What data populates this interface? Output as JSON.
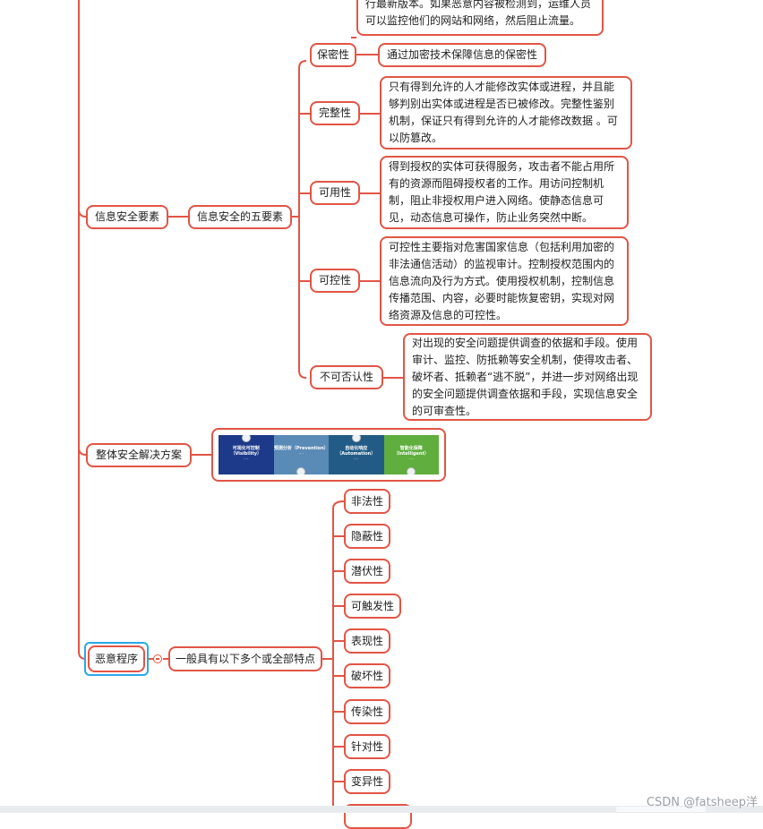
{
  "top_partial": {
    "lines": [
      "行最新版本。如果恶意内容被检测到，运维人员",
      "可以监控他们的网站和网络，然后阻止流量。"
    ]
  },
  "info_security": {
    "label": "信息安全要素",
    "five_elements": {
      "label": "信息安全的五要素",
      "items": [
        {
          "label": "保密性",
          "desc": [
            "通过加密技术保障信息的保密性"
          ]
        },
        {
          "label": "完整性",
          "desc": [
            "只有得到允许的人才能修改实体或进程，并且能",
            "够判别出实体或进程是否已被修改。完整性鉴别",
            "机制，保证只有得到允许的人才能修改数据 。可",
            "以防篡改。"
          ]
        },
        {
          "label": "可用性",
          "desc": [
            "得到授权的实体可获得服务，攻击者不能占用所",
            "有的资源而阻碍授权者的工作。用访问控制机",
            "制，阻止非授权用户进入网络。使静态信息可",
            "见，动态信息可操作，防止业务突然中断。"
          ]
        },
        {
          "label": "可控性",
          "desc": [
            "可控性主要指对危害国家信息（包括利用加密的",
            "非法通信活动）的监视审计。控制授权范围内的",
            "信息流向及行为方式。使用授权机制，控制信息",
            "传播范围、内容，必要时能恢复密钥，实现对网",
            "络资源及信息的可控性。"
          ]
        },
        {
          "label": "不可否认性",
          "desc": [
            "对出现的安全问题提供调查的依据和手段。使用",
            "审计、监控、防抵赖等安全机制，使得攻击者、",
            "破坏者、抵赖者“逃不脱”，并进一步对网络出现",
            "的安全问题提供调查依据和手段，实现信息安全",
            "的可审查性。"
          ]
        }
      ]
    }
  },
  "overall_solution": {
    "label": "整体安全解决方案",
    "panels": [
      {
        "title": "可视化可控制（Visibility）",
        "text": "....",
        "color": "#1d3a8a"
      },
      {
        "title": "预测分析（Prevention）",
        "text": "....",
        "color": "#5a8bb7"
      },
      {
        "title": "自动化响应（Automation）",
        "text": "....",
        "color": "#225c86"
      },
      {
        "title": "智能化保障（Intelligent）",
        "text": "....",
        "color": "#5fae3e"
      }
    ]
  },
  "malware": {
    "label": "恶意程序",
    "feature_group": {
      "label": "一般具有以下多个或全部特点",
      "items": [
        "非法性",
        "隐蔽性",
        "潜伏性",
        "可触发性",
        "表现性",
        "破坏性",
        "传染性",
        "针对性",
        "变异性"
      ]
    }
  },
  "watermark": "CSDN @fatsheep洋",
  "colors": {
    "node_border": "#e25545",
    "selected_border": "#2aa8e8"
  }
}
